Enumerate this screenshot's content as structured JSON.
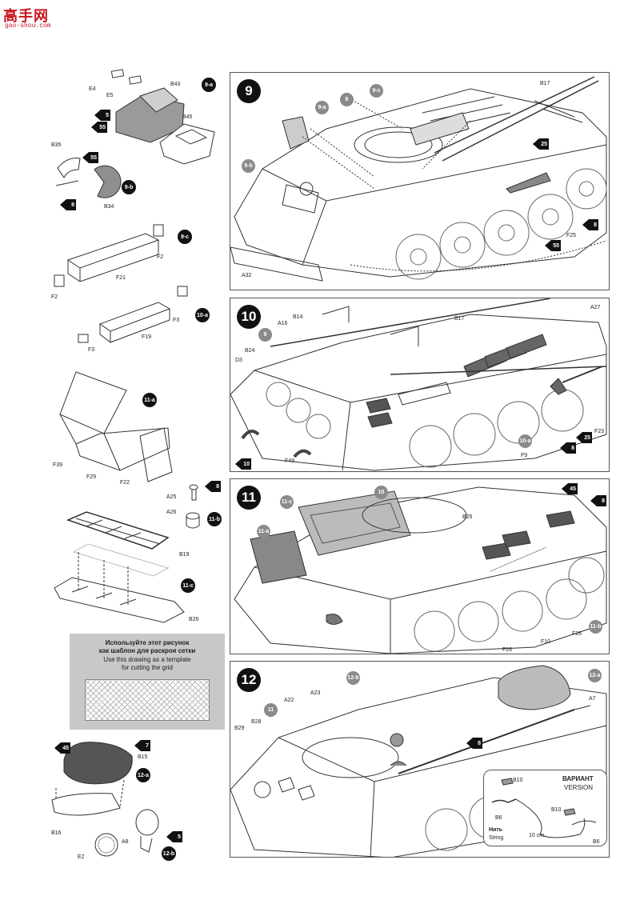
{
  "site": {
    "logo_text": "高手网",
    "logo_url": "gao-shou.com"
  },
  "colors": {
    "ink": "#222222",
    "gray_bubble": "#8a8a8a",
    "template_bg": "#c8c8c8",
    "logo_red": "#c4161c"
  },
  "steps": [
    {
      "number": "9",
      "labels": {
        "b17": "B17",
        "f25": "F25",
        "a32": "A32",
        "bub8": "8",
        "bub9a": "9-a",
        "bub9b": "9-b",
        "bub9c": "9-c",
        "star25": "25",
        "star8": "8",
        "star55": "55"
      }
    },
    {
      "number": "10",
      "labels": {
        "a27": "A27",
        "b14": "B14",
        "a16": "A16",
        "b17": "B17",
        "b24": "B24",
        "d3": "D3",
        "f49": "F49",
        "f9": "F9",
        "f23": "F23",
        "bub9": "9",
        "bub10a": "10-a",
        "star10": "10",
        "star8": "8",
        "star25": "25"
      }
    },
    {
      "number": "11",
      "labels": {
        "b25": "B25",
        "f10": "F10",
        "f26a": "F26",
        "f26b": "F26",
        "bub10": "10",
        "bub11a": "11-a",
        "bub11b": "11-b",
        "bub11c": "11-c",
        "star45": "45",
        "star8": "8"
      }
    },
    {
      "number": "12",
      "labels": {
        "a23": "A23",
        "a22": "A22",
        "b29": "B29",
        "b28": "B28",
        "a7": "A7",
        "bub11": "11",
        "bub12a": "12-a",
        "bub12b": "12-b",
        "star8": "8"
      }
    }
  ],
  "subassemblies": {
    "9a": {
      "tag": "9-a",
      "parts": [
        "E4",
        "E5",
        "B43",
        "B45"
      ],
      "stars": [
        "5",
        "55"
      ]
    },
    "9b": {
      "tag": "9-b",
      "parts": [
        "B35",
        "B34"
      ],
      "stars": [
        "55",
        "8"
      ]
    },
    "9c": {
      "tag": "9-c",
      "parts": [
        "F2",
        "F21",
        "F2"
      ]
    },
    "10a": {
      "tag": "10-a",
      "parts": [
        "F3",
        "F19",
        "F3"
      ]
    },
    "11a": {
      "tag": "11-a",
      "parts": [
        "F39",
        "F29",
        "F22"
      ]
    },
    "11b": {
      "tag": "11-b",
      "parts": [
        "A25",
        "A26"
      ],
      "stars": [
        "8"
      ]
    },
    "11c": {
      "tag": "11-c",
      "parts": [
        "B19",
        "B26"
      ]
    },
    "12a": {
      "tag": "12-a",
      "parts": [
        "B15",
        "B16"
      ],
      "stars": [
        "45",
        "7"
      ]
    },
    "12b": {
      "tag": "12-b",
      "parts": [
        "A8",
        "E2"
      ],
      "stars": [
        "5"
      ]
    }
  },
  "template_note": {
    "ru_line1": "Используйте этот рисунок",
    "ru_line2": "как шаблон для раскроя сетки",
    "en_line1": "Use this drawing as a template",
    "en_line2": "for cutting the grid"
  },
  "variant": {
    "ru": "ВАРИАНТ",
    "en": "VERSION",
    "parts": {
      "b10a": "B10",
      "b6a": "B6",
      "b10b": "B10",
      "b6b": "B6"
    },
    "string_ru": "Нить",
    "string_en": "String",
    "length": "10 cm"
  }
}
